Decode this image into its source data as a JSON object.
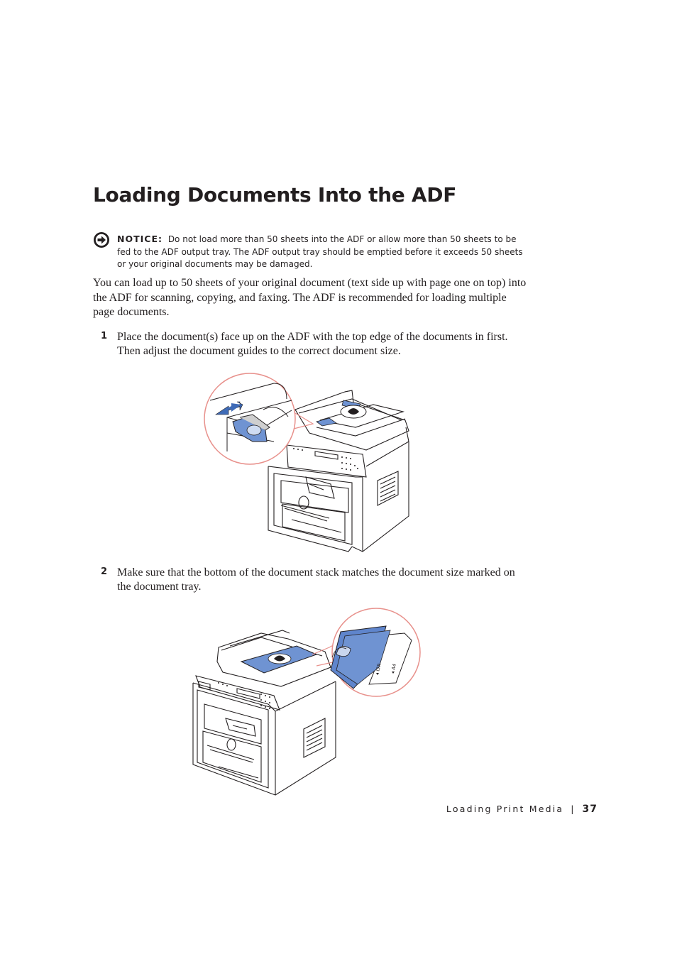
{
  "title": "Loading Documents Into the ADF",
  "notice": {
    "icon": "notice-arrow-icon",
    "label": "NOTICE:",
    "text": "Do not load more than 50 sheets into the ADF or allow more than 50 sheets to be fed to the ADF output tray. The ADF output tray should be emptied before it exceeds 50 sheets or your original documents may be damaged."
  },
  "intro": "You can load up to 50 sheets of your original document (text side up with page one on top) into the ADF for scanning, copying, and faxing. The ADF is recommended for loading multiple page documents.",
  "steps": [
    {
      "number": "1",
      "text": "Place the document(s) face up on the ADF with the top edge of the documents in first. Then adjust the document guides to the correct document size."
    },
    {
      "number": "2",
      "text": "Make sure that the bottom of the document stack matches the document size marked on the document tray."
    }
  ],
  "figure2": {
    "tray_labels": [
      "LTR",
      "A4"
    ]
  },
  "footer": {
    "section": "Loading Print Media",
    "separator": "|",
    "page": "37"
  },
  "colors": {
    "accent_blue": "#6f93d2",
    "callout_circle": "#e8918c",
    "text": "#231f20"
  }
}
